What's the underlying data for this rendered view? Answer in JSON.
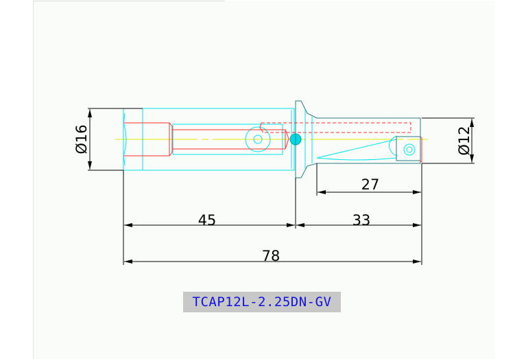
{
  "drawing": {
    "dimensions": {
      "shank_diameter": "Ø16",
      "body_diameter": "Ø12",
      "flute_length": "27",
      "shank_length": "45",
      "body_length": "33",
      "overall_length": "78"
    },
    "part_number": "TCAP12L-2.25DN-GV",
    "colors": {
      "outline": "#00e5ee",
      "hidden_bore": "#ff3030",
      "centerline": "#e8e800",
      "dimension": "#000000",
      "part_number_text": "#1010e0",
      "part_number_bg": "#c8c8c8"
    }
  }
}
